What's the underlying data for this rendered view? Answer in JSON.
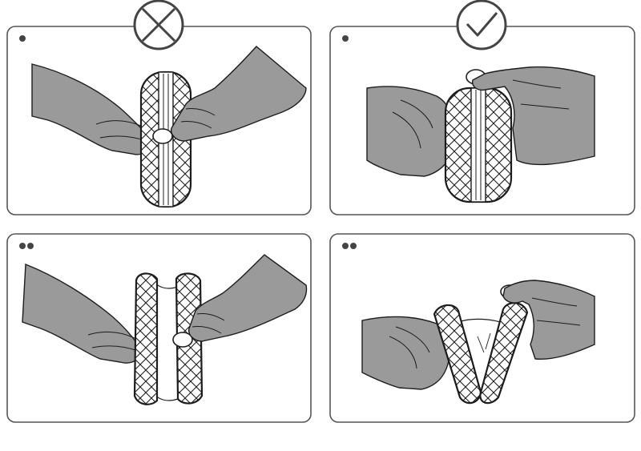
{
  "panels": [
    {
      "id": "top-left",
      "step_dots": 1,
      "verdict": "wrong"
    },
    {
      "id": "top-right",
      "step_dots": 1,
      "verdict": "correct"
    },
    {
      "id": "bottom-left",
      "step_dots": 2,
      "verdict": "wrong"
    },
    {
      "id": "bottom-right",
      "step_dots": 2,
      "verdict": "correct"
    }
  ],
  "icons": {
    "wrong": "cross-circle-icon",
    "correct": "check-circle-icon",
    "step": "step-dot-icon"
  },
  "colors": {
    "skin": "#9a9a9a",
    "line": "#1c1c1c",
    "frame": "#555555",
    "background": "#ffffff"
  }
}
